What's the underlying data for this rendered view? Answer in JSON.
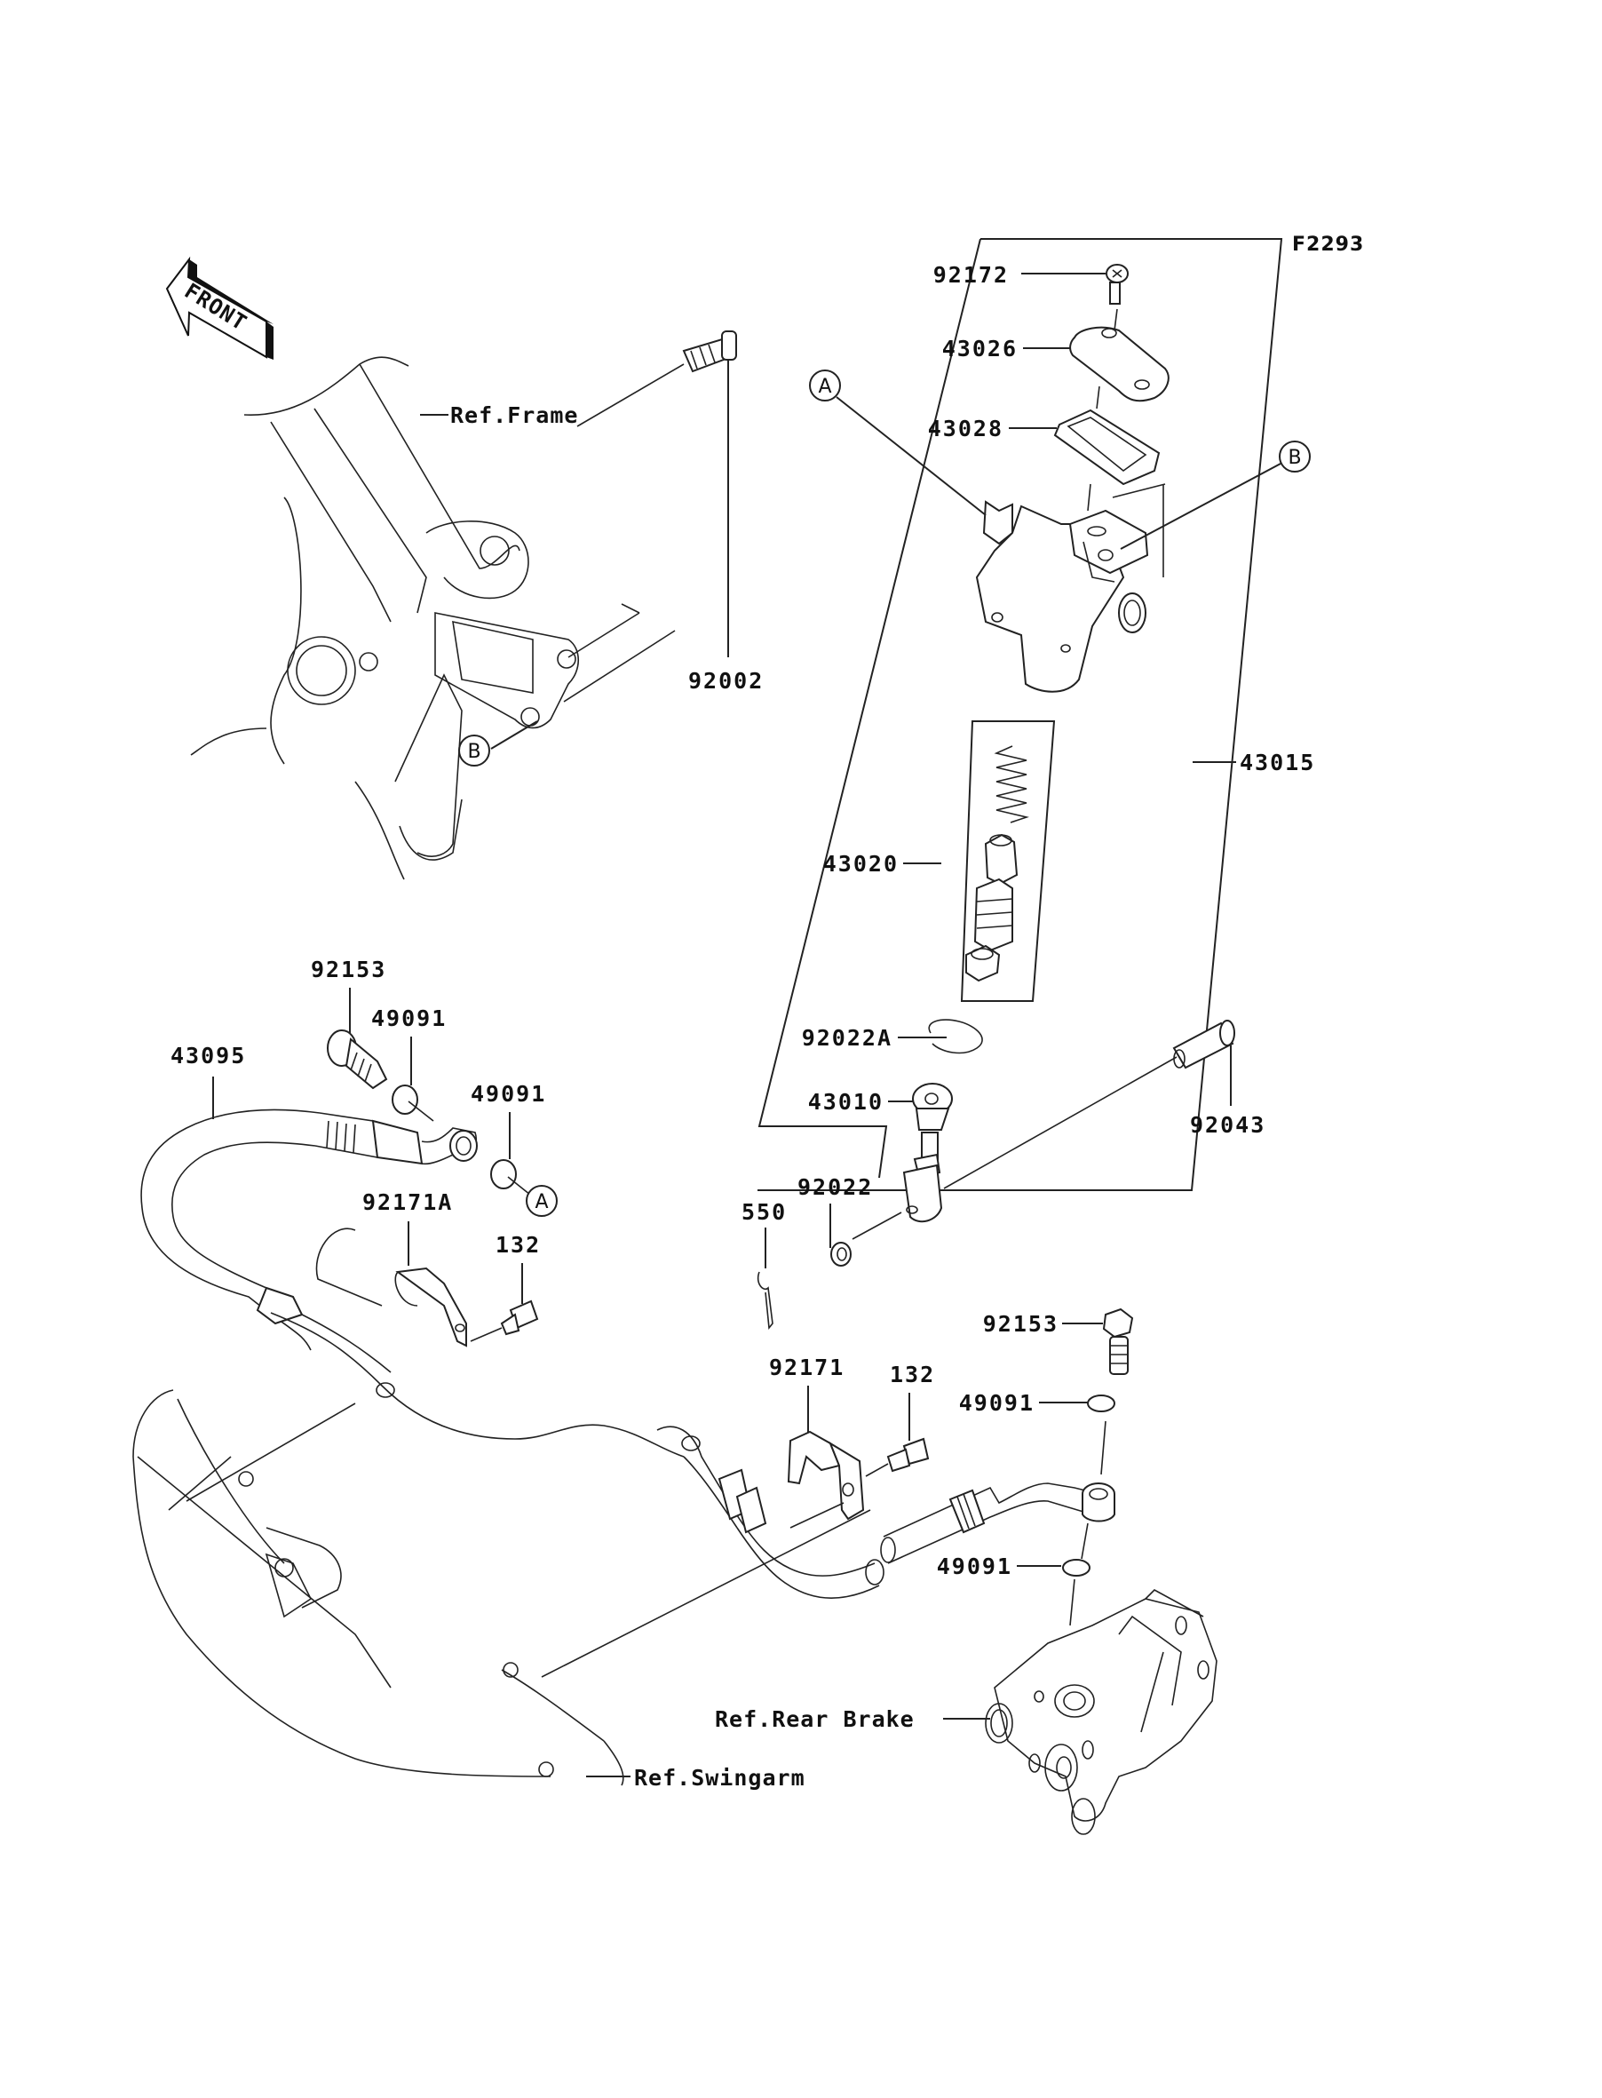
{
  "diagram": {
    "figure_code": "F2293",
    "orientation_label": "FRONT",
    "references": {
      "frame": "Ref.Frame",
      "rear_brake": "Ref.Rear Brake",
      "swingarm": "Ref.Swingarm"
    },
    "callouts": {
      "a": "A",
      "b": "B"
    },
    "parts": {
      "p92172": "92172",
      "p43026": "43026",
      "p43028": "43028",
      "p43015": "43015",
      "p43020": "43020",
      "p92022A": "92022A",
      "p43010": "43010",
      "p92043": "92043",
      "p92022": "92022",
      "p550": "550",
      "p92002": "92002",
      "p92153_top": "92153",
      "p49091_1": "49091",
      "p49091_2": "49091",
      "p43095": "43095",
      "p92171A": "92171A",
      "p132_left": "132",
      "p92171": "92171",
      "p132_right": "132",
      "p92153_right": "92153",
      "p49091_3": "49091",
      "p49091_4": "49091"
    }
  }
}
